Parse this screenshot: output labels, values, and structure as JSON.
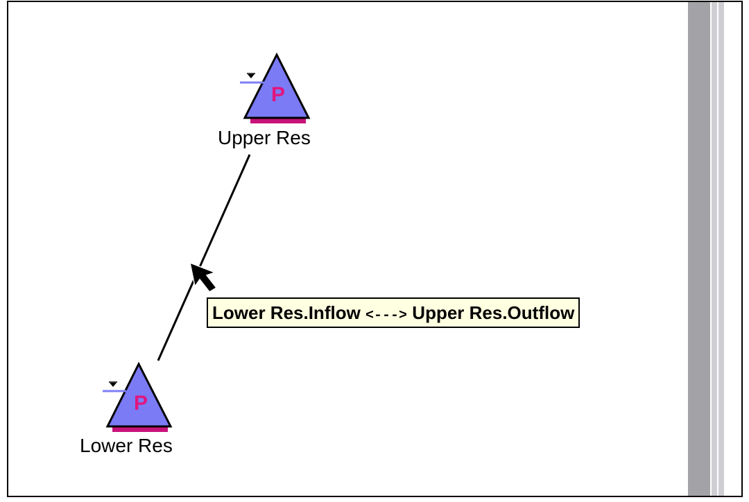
{
  "nodes": {
    "upper": {
      "label": "Upper Res",
      "glyph": "P"
    },
    "lower": {
      "label": "Lower Res",
      "glyph": "P"
    }
  },
  "link": {
    "from": "Lower Res.Inflow",
    "arrow": "<--->",
    "to": "Upper Res.Outflow"
  },
  "colors": {
    "reservoir_fill": "#7b7bf5",
    "reservoir_base": "#c8137a",
    "glyph": "#e0167f",
    "water_line": "#7f7ff5",
    "tooltip_bg": "#ffffe1",
    "scrollbar": "#a3a3a7"
  }
}
